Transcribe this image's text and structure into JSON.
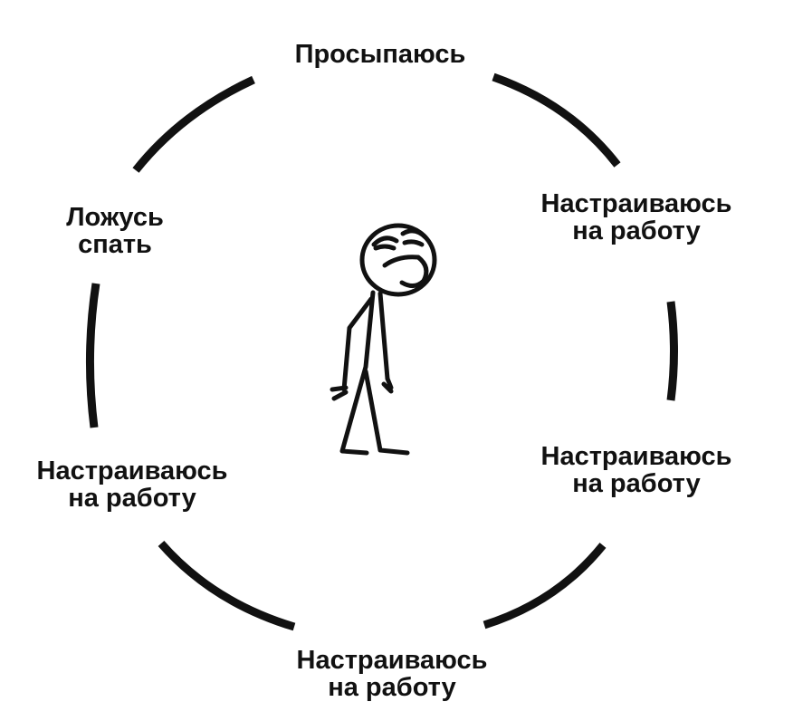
{
  "labels": {
    "top": "Просыпаюсь",
    "upper_right": [
      "Настраиваюсь",
      "на работу"
    ],
    "lower_right": [
      "Настраиваюсь",
      "на работу"
    ],
    "bottom": [
      "Настраиваюсь",
      "на работу"
    ],
    "lower_left": [
      "Настраиваюсь",
      "на работу"
    ],
    "upper_left": [
      "Ложусь",
      "спать"
    ]
  },
  "colors": {
    "line": "#111111",
    "background": "#ffffff"
  }
}
